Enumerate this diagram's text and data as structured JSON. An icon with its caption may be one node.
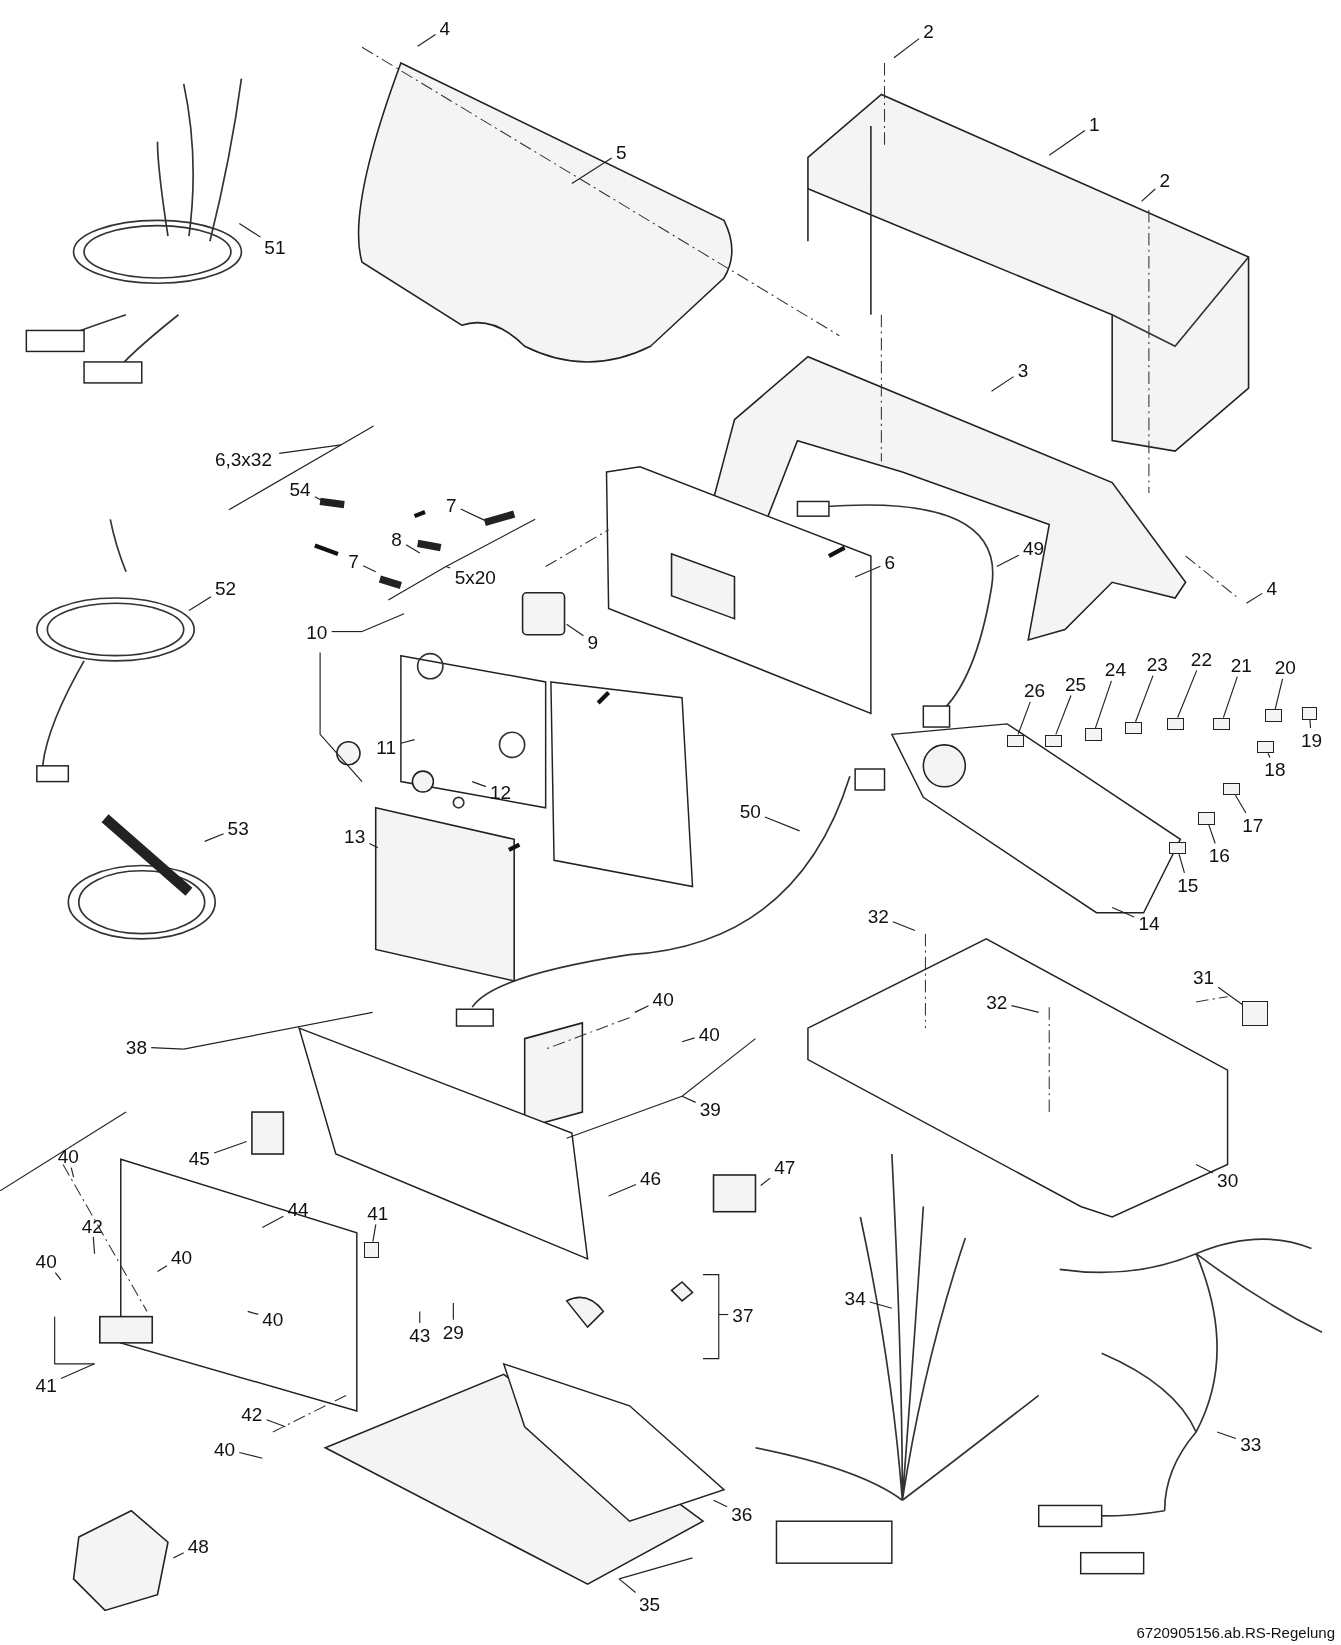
{
  "diagram": {
    "nodes": [
      {
        "text": [
          "4"
        ]
      },
      {
        "text": [
          "2"
        ]
      },
      {
        "text": [
          "1"
        ]
      },
      {
        "text": [
          "5"
        ]
      },
      {
        "text": [
          "2"
        ]
      },
      {
        "text": [
          "51"
        ]
      },
      {
        "text": [
          "3"
        ]
      },
      {
        "text": [
          "6,3x32"
        ]
      },
      {
        "text": [
          "54"
        ]
      },
      {
        "text": [
          "7"
        ]
      },
      {
        "text": [
          "8"
        ]
      },
      {
        "text": [
          "7"
        ]
      },
      {
        "text": [
          "5x20"
        ]
      },
      {
        "text": [
          "6"
        ]
      },
      {
        "text": [
          "49"
        ]
      },
      {
        "text": [
          "4"
        ]
      },
      {
        "text": [
          "52"
        ]
      },
      {
        "text": [
          "9"
        ]
      },
      {
        "text": [
          "10"
        ]
      },
      {
        "text": [
          "26"
        ]
      },
      {
        "text": [
          "25"
        ]
      },
      {
        "text": [
          "24"
        ]
      },
      {
        "text": [
          "23"
        ]
      },
      {
        "text": [
          "22"
        ]
      },
      {
        "text": [
          "21"
        ]
      },
      {
        "text": [
          "20"
        ]
      },
      {
        "text": [
          "19"
        ]
      },
      {
        "text": [
          "18"
        ]
      },
      {
        "text": [
          "17"
        ]
      },
      {
        "text": [
          "16"
        ]
      },
      {
        "text": [
          "15"
        ]
      },
      {
        "text": [
          "14"
        ]
      },
      {
        "text": [
          "11"
        ]
      },
      {
        "text": [
          "12"
        ]
      },
      {
        "text": [
          "13"
        ]
      },
      {
        "text": [
          "53"
        ]
      },
      {
        "text": [
          "50"
        ]
      },
      {
        "text": [
          "32"
        ]
      },
      {
        "text": [
          "31"
        ]
      },
      {
        "text": [
          "32"
        ]
      },
      {
        "text": [
          "40"
        ]
      },
      {
        "text": [
          "40"
        ]
      },
      {
        "text": [
          "38"
        ]
      },
      {
        "text": [
          "39"
        ]
      },
      {
        "text": [
          "40"
        ]
      },
      {
        "text": [
          "45"
        ]
      },
      {
        "text": [
          "47"
        ]
      },
      {
        "text": [
          "46"
        ]
      },
      {
        "text": [
          "30"
        ]
      },
      {
        "text": [
          "44"
        ]
      },
      {
        "text": [
          "41"
        ]
      },
      {
        "text": [
          "42"
        ]
      },
      {
        "text": [
          "40"
        ]
      },
      {
        "text": [
          "40"
        ]
      },
      {
        "text": [
          "40"
        ]
      },
      {
        "text": [
          "34"
        ]
      },
      {
        "text": [
          "37"
        ]
      },
      {
        "text": [
          "43"
        ]
      },
      {
        "text": [
          "29"
        ]
      },
      {
        "text": [
          "41"
        ]
      },
      {
        "text": [
          "42"
        ]
      },
      {
        "text": [
          "33"
        ]
      },
      {
        "text": [
          "40"
        ]
      },
      {
        "text": [
          "36"
        ]
      },
      {
        "text": [
          "48"
        ]
      },
      {
        "text": [
          "35"
        ]
      },
      {
        "text": [],
        "shape": "box"
      },
      {
        "text": [],
        "shape": "box"
      },
      {
        "text": [],
        "shape": "box"
      },
      {
        "text": [],
        "shape": "box"
      },
      {
        "text": [],
        "shape": "box"
      },
      {
        "text": [],
        "shape": "box"
      },
      {
        "text": [],
        "shape": "box"
      },
      {
        "text": [],
        "shape": "box"
      },
      {
        "text": [],
        "shape": "box"
      },
      {
        "text": [],
        "shape": "box"
      },
      {
        "text": [],
        "shape": "box"
      },
      {
        "text": [],
        "shape": "box"
      },
      {
        "text": [],
        "shape": "box"
      },
      {
        "text": [],
        "shape": "box"
      }
    ],
    "edges": [
      {
        "from": 0,
        "to": null,
        "arrow": "none"
      },
      {
        "from": 1,
        "to": null,
        "arrow": "none"
      },
      {
        "from": 2,
        "to": null,
        "arrow": "none"
      },
      {
        "from": 3,
        "to": null,
        "arrow": "none"
      },
      {
        "from": 4,
        "to": null,
        "arrow": "none"
      },
      {
        "from": 5,
        "to": null,
        "arrow": "none"
      },
      {
        "from": 6,
        "to": null,
        "arrow": "none"
      },
      {
        "from": 7,
        "to": null,
        "arrow": "none"
      },
      {
        "from": 8,
        "to": null,
        "arrow": "none"
      },
      {
        "from": 9,
        "to": null,
        "arrow": "none"
      },
      {
        "from": 10,
        "to": null,
        "arrow": "none"
      },
      {
        "from": 11,
        "to": null,
        "arrow": "none"
      },
      {
        "from": 12,
        "to": null,
        "arrow": "none"
      },
      {
        "from": 13,
        "to": null,
        "arrow": "none"
      },
      {
        "from": 14,
        "to": null,
        "arrow": "none"
      },
      {
        "from": 15,
        "to": null,
        "arrow": "none"
      },
      {
        "from": 16,
        "to": null,
        "arrow": "none"
      },
      {
        "from": 17,
        "to": null,
        "arrow": "none"
      },
      {
        "from": 18,
        "to": null,
        "arrow": "none"
      },
      {
        "from": 19,
        "to": 66,
        "arrow": "none"
      },
      {
        "from": 20,
        "to": 67,
        "arrow": "none"
      },
      {
        "from": 21,
        "to": 68,
        "arrow": "none"
      },
      {
        "from": 22,
        "to": 69,
        "arrow": "none"
      },
      {
        "from": 23,
        "to": 70,
        "arrow": "none"
      },
      {
        "from": 24,
        "to": 71,
        "arrow": "none"
      },
      {
        "from": 25,
        "to": 72,
        "arrow": "none"
      },
      {
        "from": 26,
        "to": 73,
        "arrow": "none"
      },
      {
        "from": 27,
        "to": 74,
        "arrow": "none"
      },
      {
        "from": 28,
        "to": 75,
        "arrow": "none"
      },
      {
        "from": 29,
        "to": 76,
        "arrow": "none"
      },
      {
        "from": 30,
        "to": 77,
        "arrow": "none"
      },
      {
        "from": 31,
        "to": null,
        "arrow": "none"
      },
      {
        "from": 32,
        "to": null,
        "arrow": "none"
      },
      {
        "from": 33,
        "to": null,
        "arrow": "none"
      },
      {
        "from": 34,
        "to": null,
        "arrow": "none"
      },
      {
        "from": 35,
        "to": null,
        "arrow": "none"
      },
      {
        "from": 36,
        "to": null,
        "arrow": "none"
      },
      {
        "from": 37,
        "to": null,
        "arrow": "none"
      },
      {
        "from": 38,
        "to": 78,
        "arrow": "none"
      },
      {
        "from": 39,
        "to": null,
        "arrow": "none"
      },
      {
        "from": 40,
        "to": null,
        "arrow": "none"
      },
      {
        "from": 41,
        "to": null,
        "arrow": "none"
      },
      {
        "from": 42,
        "to": null,
        "arrow": "none"
      },
      {
        "from": 43,
        "to": null,
        "arrow": "none"
      },
      {
        "from": 44,
        "to": null,
        "arrow": "none"
      },
      {
        "from": 45,
        "to": null,
        "arrow": "none"
      },
      {
        "from": 46,
        "to": null,
        "arrow": "none"
      },
      {
        "from": 47,
        "to": null,
        "arrow": "none"
      },
      {
        "from": 48,
        "to": null,
        "arrow": "none"
      },
      {
        "from": 49,
        "to": null,
        "arrow": "none"
      },
      {
        "from": 50,
        "to": 79,
        "arrow": "none"
      },
      {
        "from": 51,
        "to": null,
        "arrow": "none"
      },
      {
        "from": 52,
        "to": null,
        "arrow": "none"
      },
      {
        "from": 53,
        "to": null,
        "arrow": "none"
      },
      {
        "from": 54,
        "to": null,
        "arrow": "none"
      },
      {
        "from": 55,
        "to": null,
        "arrow": "none"
      },
      {
        "from": 56,
        "to": null,
        "arrow": "none"
      },
      {
        "from": 57,
        "to": null,
        "arrow": "none"
      },
      {
        "from": 58,
        "to": null,
        "arrow": "none"
      },
      {
        "from": 59,
        "to": null,
        "arrow": "none"
      },
      {
        "from": 60,
        "to": null,
        "arrow": "none"
      },
      {
        "from": 61,
        "to": null,
        "arrow": "none"
      },
      {
        "from": 62,
        "to": null,
        "arrow": "none"
      },
      {
        "from": 63,
        "to": null,
        "arrow": "none"
      },
      {
        "from": 64,
        "to": null,
        "arrow": "none"
      },
      {
        "from": 65,
        "to": null,
        "arrow": "none"
      }
    ],
    "labels": [
      "6720905156.ab.RS-Regelung"
    ]
  }
}
